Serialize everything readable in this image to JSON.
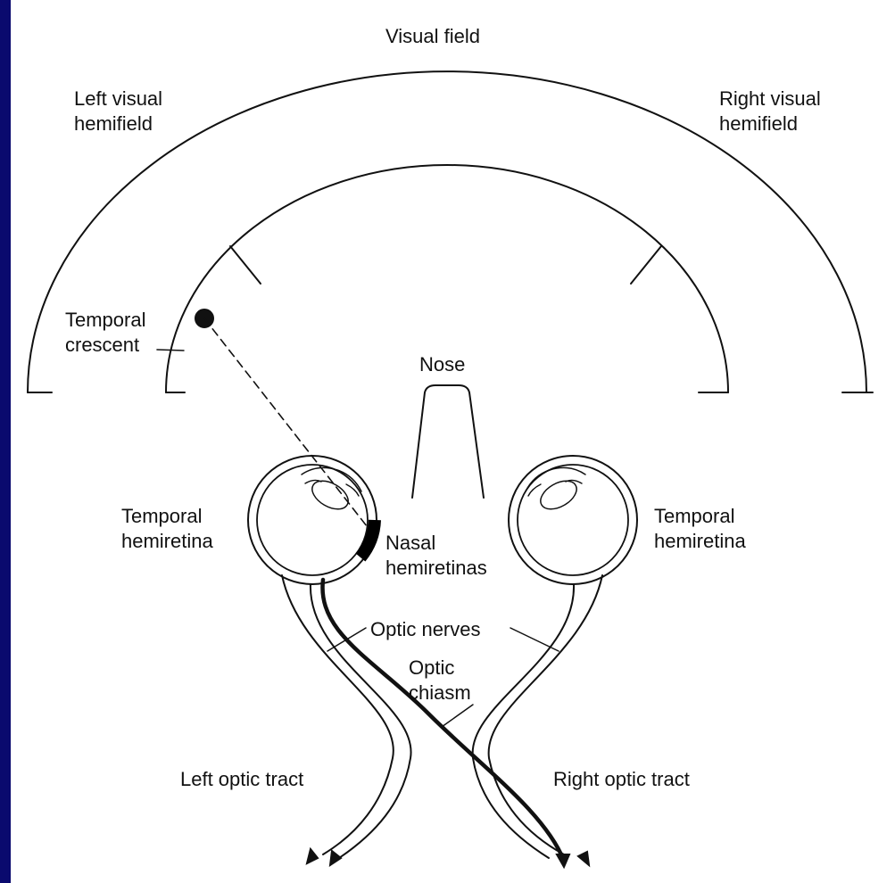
{
  "colors": {
    "border": "#0a0a6e",
    "background": "#ffffff",
    "ink": "#111111"
  },
  "labels": {
    "visual_field": "Visual field",
    "left_hemifield_line1": "Left visual",
    "left_hemifield_line2": "hemifield",
    "right_hemifield_line1": "Right visual",
    "right_hemifield_line2": "hemifield",
    "temporal_crescent_line1": "Temporal",
    "temporal_crescent_line2": "crescent",
    "nose": "Nose",
    "left_temporal_line1": "Temporal",
    "left_temporal_line2": "hemiretina",
    "nasal_line1": "Nasal",
    "nasal_line2": "hemiretinas",
    "right_temporal_line1": "Temporal",
    "right_temporal_line2": "hemiretina",
    "optic_nerves": "Optic nerves",
    "optic_chiasm_line1": "Optic",
    "optic_chiasm_line2": "chiasm",
    "left_optic_tract": "Left optic tract",
    "right_optic_tract": "Right optic tract"
  }
}
